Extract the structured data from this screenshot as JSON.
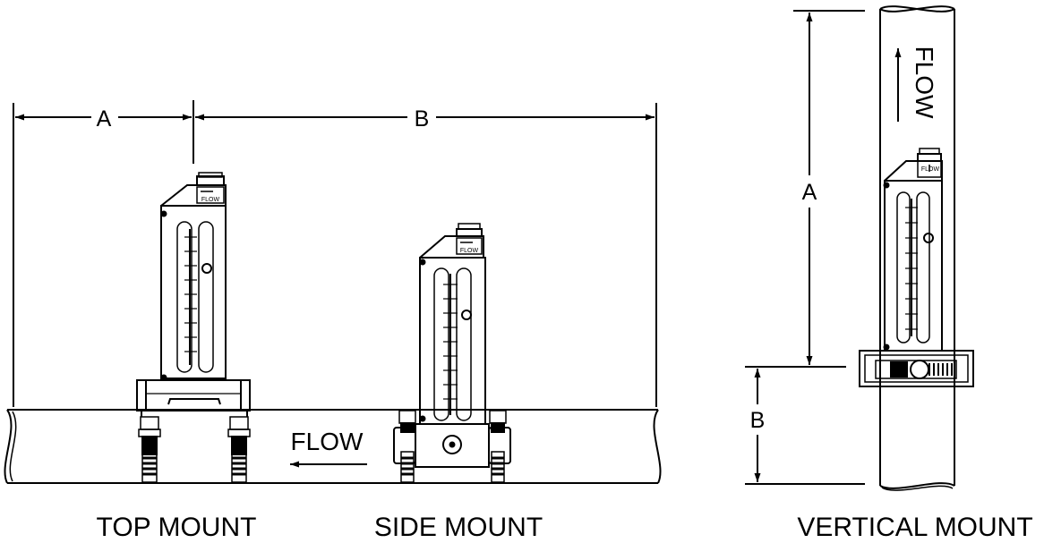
{
  "labels": {
    "top_mount": "TOP MOUNT",
    "side_mount": "SIDE MOUNT",
    "vertical_mount": "VERTICAL MOUNT",
    "flow_horizontal": "FLOW",
    "flow_vertical": "FLOW",
    "meter_flow_tag": "FLOW"
  },
  "dimensions": {
    "horizontal_a": "A",
    "horizontal_b": "B",
    "vertical_a": "A",
    "vertical_b": "B"
  },
  "colors": {
    "stroke": "#000000",
    "background": "#ffffff"
  }
}
